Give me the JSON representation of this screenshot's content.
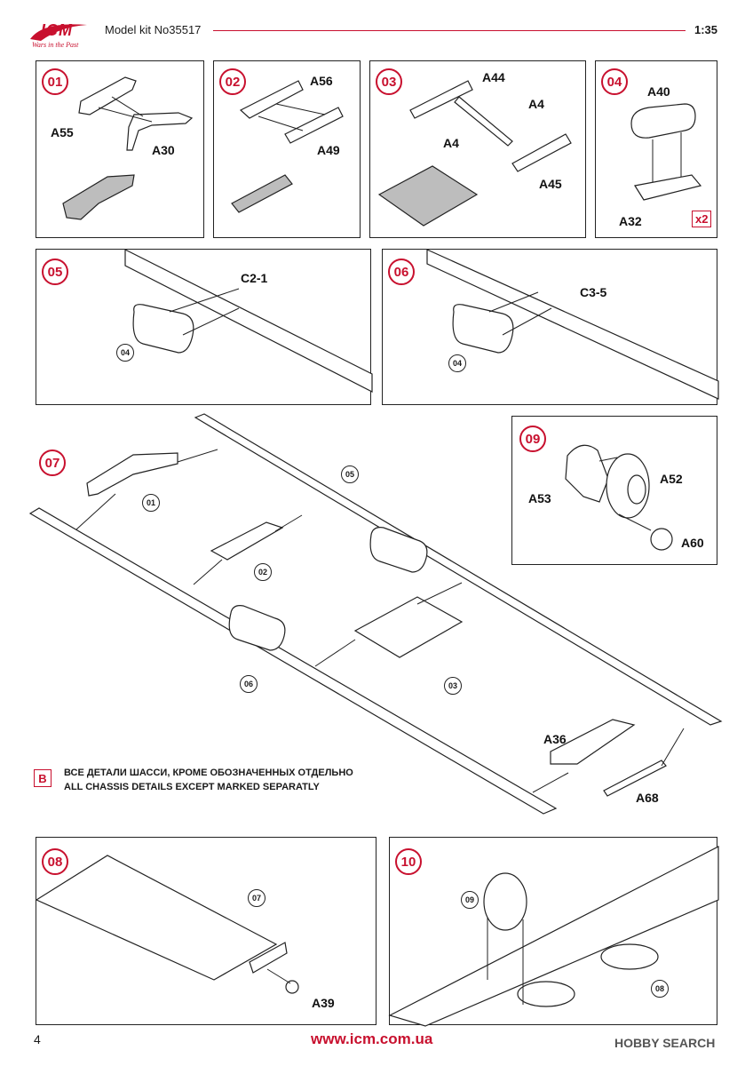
{
  "header": {
    "logo_text": "ICM",
    "logo_tagline": "Wars in the Past",
    "kit_label": "Model kit No35517",
    "scale": "1:35"
  },
  "steps": {
    "s01": {
      "num": "01",
      "labels": [
        "A55",
        "A30"
      ]
    },
    "s02": {
      "num": "02",
      "labels": [
        "A56",
        "A49"
      ]
    },
    "s03": {
      "num": "03",
      "labels": [
        "A44",
        "A4",
        "A4",
        "A45"
      ]
    },
    "s04": {
      "num": "04",
      "labels": [
        "A40",
        "A32"
      ],
      "multiplier": "x2"
    },
    "s05": {
      "num": "05",
      "labels": [
        "C2-1"
      ],
      "ref": "04"
    },
    "s06": {
      "num": "06",
      "labels": [
        "C3-5"
      ],
      "ref": "04"
    },
    "s07": {
      "num": "07",
      "refs": [
        "01",
        "05",
        "02",
        "06",
        "03"
      ],
      "labels": [
        "A36",
        "A68"
      ]
    },
    "s09": {
      "num": "09",
      "labels": [
        "A52",
        "A53",
        "A60"
      ]
    },
    "s08": {
      "num": "08",
      "refs": [
        "07"
      ],
      "labels": [
        "A39"
      ]
    },
    "s10": {
      "num": "10",
      "refs": [
        "09",
        "08"
      ]
    }
  },
  "note": {
    "badge": "B",
    "line_ru": "ВСЕ ДЕТАЛИ ШАССИ, КРОМЕ ОБОЗНАЧЕННЫХ ОТДЕЛЬНО",
    "line_en": "ALL CHASSIS DETAILS EXCEPT MARKED SEPARATLY"
  },
  "footer": {
    "page_number": "4",
    "url": "www.icm.com.ua",
    "watermark": "HOBBY SEARCH"
  },
  "colors": {
    "accent": "#c8102e",
    "line": "#222222",
    "part_grey": "#bdbdbd"
  }
}
